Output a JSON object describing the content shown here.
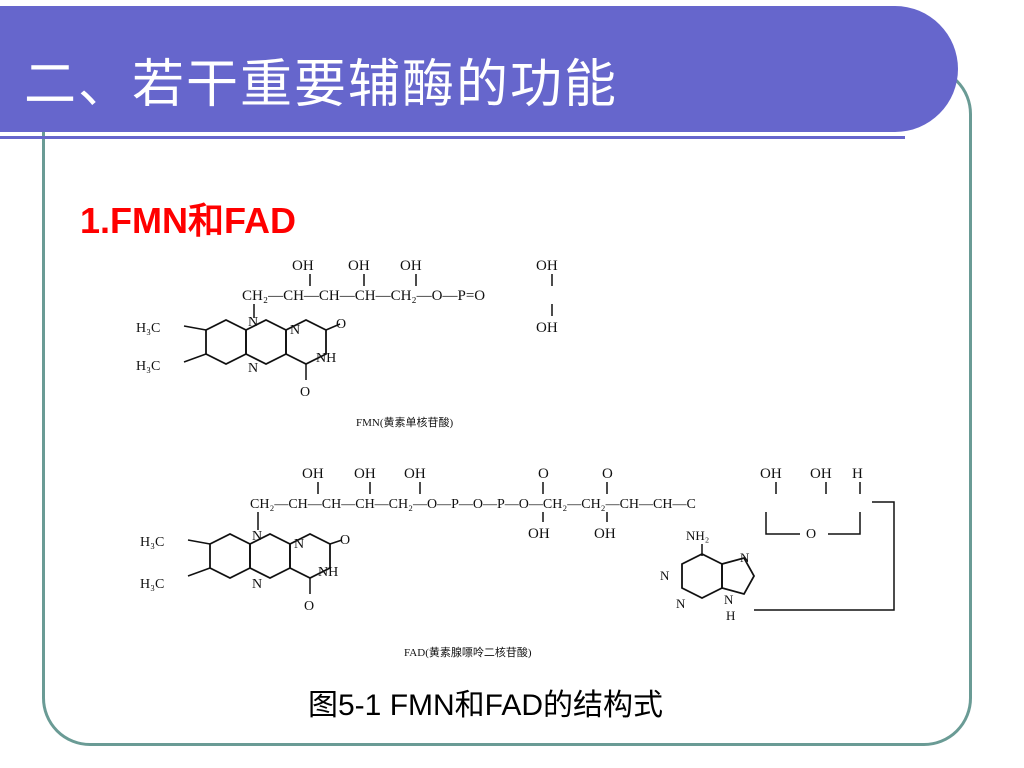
{
  "slide": {
    "title": "二、若干重要辅酶的功能",
    "section_heading": "1.FMN和FAD",
    "caption": "图5-1  FMN和FAD的结构式",
    "banner_color": "#6666cc",
    "frame_color": "#6a9b95",
    "heading_color": "#ff0000"
  },
  "figure": {
    "fmn": {
      "chain": "CH₂—CH—CH—CH—CH₂—O—P=O",
      "oh_1": "OH",
      "oh_2": "OH",
      "oh_3": "OH",
      "oh_p_top": "OH",
      "oh_p_bottom": "OH",
      "methyl_1": "H₃C",
      "methyl_2": "H₃C",
      "ring_n_top": "N",
      "ring_n_right": "N",
      "ring_n_bottom": "N",
      "ring_nh": "NH",
      "ring_o_top": "O",
      "ring_o_bottom": "O",
      "label": "FMN(黄素单核苷酸)"
    },
    "fad": {
      "chain": "CH₂—CH—CH—CH—CH₂—O—P—O—P—O—CH₂—CH₂—CH—CH—C",
      "oh_1": "OH",
      "oh_2": "OH",
      "oh_3": "OH",
      "o_p1": "O",
      "o_p2": "O",
      "oh_p1": "OH",
      "oh_p2": "OH",
      "oh_r1": "OH",
      "oh_r2": "OH",
      "h_r": "H",
      "ring_o": "O",
      "methyl_1": "H₃C",
      "methyl_2": "H₃C",
      "ring_n_top": "N",
      "ring_n_right": "N",
      "ring_n_bottom": "N",
      "ring_nh": "NH",
      "ring_o_top": "O",
      "ring_o_bottom": "O",
      "nh2": "NH₂",
      "adenine_n1": "N",
      "adenine_n2": "N",
      "adenine_n3": "N",
      "adenine_n4": "N",
      "adenine_h": "H",
      "label": "FAD(黄素腺嘌呤二核苷酸)"
    }
  }
}
